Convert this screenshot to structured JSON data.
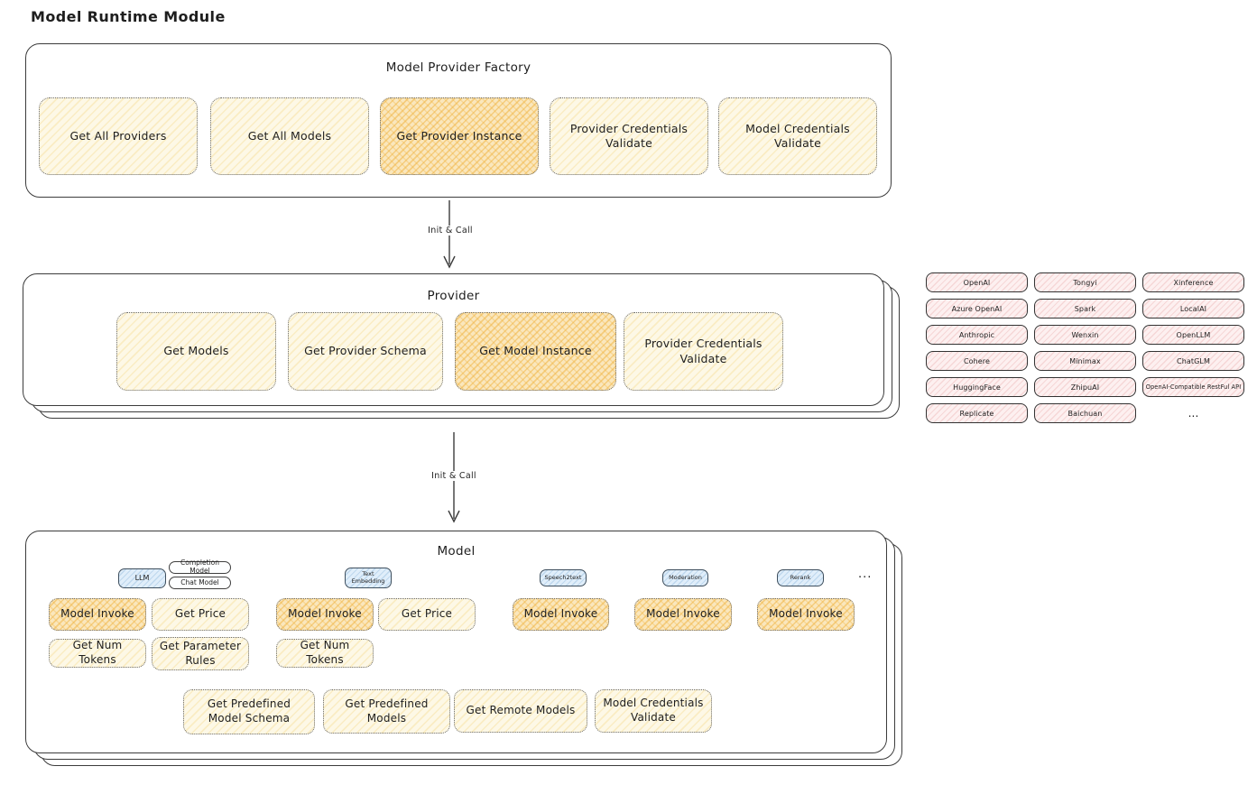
{
  "title": "Model Runtime Module",
  "factory": {
    "title": "Model Provider Factory",
    "boxes": [
      {
        "label": "Get All Providers",
        "highlighted": false
      },
      {
        "label": "Get All Models",
        "highlighted": false
      },
      {
        "label": "Get Provider Instance",
        "highlighted": true
      },
      {
        "label": "Provider Credentials Validate",
        "highlighted": false
      },
      {
        "label": "Model Credentials Validate",
        "highlighted": false
      }
    ]
  },
  "arrows": [
    {
      "label": "Init & Call"
    },
    {
      "label": "Init & Call"
    }
  ],
  "provider": {
    "title": "Provider",
    "boxes": [
      {
        "label": "Get Models",
        "highlighted": false
      },
      {
        "label": "Get Provider Schema",
        "highlighted": false
      },
      {
        "label": "Get Model Instance",
        "highlighted": true
      },
      {
        "label": "Provider Credentials Validate",
        "highlighted": false
      }
    ]
  },
  "providers_grid": {
    "items": [
      "OpenAI",
      "Tongyi",
      "Xinference",
      "Azure OpenAI",
      "Spark",
      "LocalAI",
      "Anthropic",
      "Wenxin",
      "OpenLLM",
      "Cohere",
      "Minimax",
      "ChatGLM",
      "HuggingFace",
      "ZhipuAI",
      "OpenAI-Compatible RestFul API",
      "Replicate",
      "Baichuan"
    ],
    "more_label": "..."
  },
  "model": {
    "title": "Model",
    "groups": [
      {
        "tag": "LLM",
        "subtags": [
          "Completion Model",
          "Chat Model"
        ],
        "row1": [
          {
            "label": "Model Invoke",
            "highlighted": true
          },
          {
            "label": "Get Price",
            "highlighted": false
          }
        ],
        "row2": [
          {
            "label": "Get Num Tokens"
          },
          {
            "label": "Get Parameter Rules"
          }
        ]
      },
      {
        "tag": "Text Embedding",
        "subtags": [],
        "row1": [
          {
            "label": "Model Invoke",
            "highlighted": true
          },
          {
            "label": "Get Price",
            "highlighted": false
          }
        ],
        "row2": [
          {
            "label": "Get Num Tokens"
          }
        ]
      },
      {
        "tag": "Speech2text",
        "subtags": [],
        "row1": [
          {
            "label": "Model Invoke",
            "highlighted": true
          }
        ],
        "row2": []
      },
      {
        "tag": "Moderation",
        "subtags": [],
        "row1": [
          {
            "label": "Model Invoke",
            "highlighted": true
          }
        ],
        "row2": []
      },
      {
        "tag": "Rerank",
        "subtags": [],
        "row1": [
          {
            "label": "Model Invoke",
            "highlighted": true
          }
        ],
        "row2": []
      }
    ],
    "more_label": "...",
    "bottom_boxes": [
      "Get Predefined Model Schema",
      "Get Predefined Models",
      "Get Remote Models",
      "Model Credentials Validate"
    ]
  },
  "colors": {
    "ink": "#1e1e1e",
    "yellow_fill": "#fdf8e6",
    "orange_fill": "#fae7bd",
    "pink_fill": "#fdf0f0",
    "blue_fill": "#e0eefa"
  }
}
